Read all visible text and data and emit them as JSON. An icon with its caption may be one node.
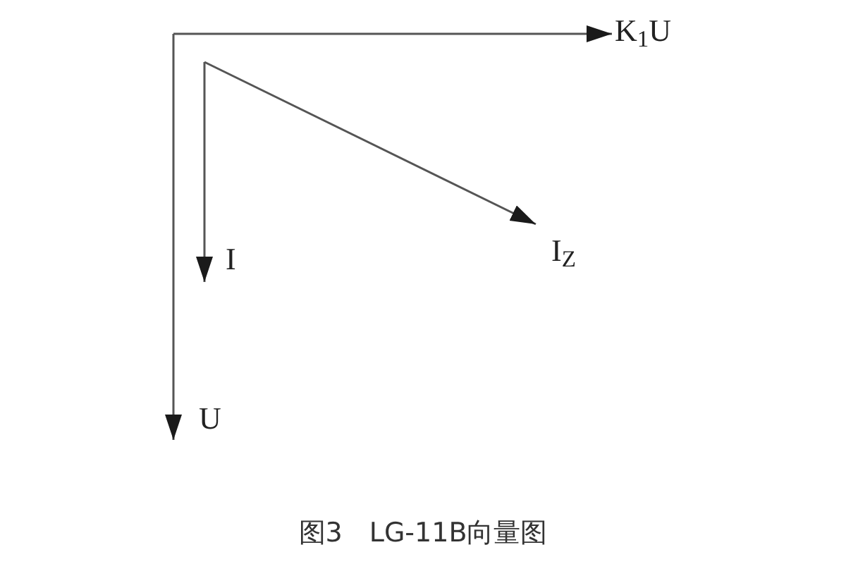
{
  "diagram": {
    "caption": "图3　LG-11B向量图",
    "nodes": [
      {
        "text": [
          "K$_{1}$U"
        ]
      },
      {
        "text": [
          "I$_{Z}$"
        ]
      },
      {
        "text": [
          "I"
        ]
      },
      {
        "text": [
          "U"
        ]
      }
    ],
    "edges": [
      {
        "from": null,
        "to": 0,
        "arrow": "to"
      },
      {
        "from": null,
        "to": 1,
        "arrow": "to"
      },
      {
        "from": null,
        "to": 2,
        "arrow": "to"
      },
      {
        "from": null,
        "to": 3,
        "arrow": "to"
      }
    ]
  }
}
